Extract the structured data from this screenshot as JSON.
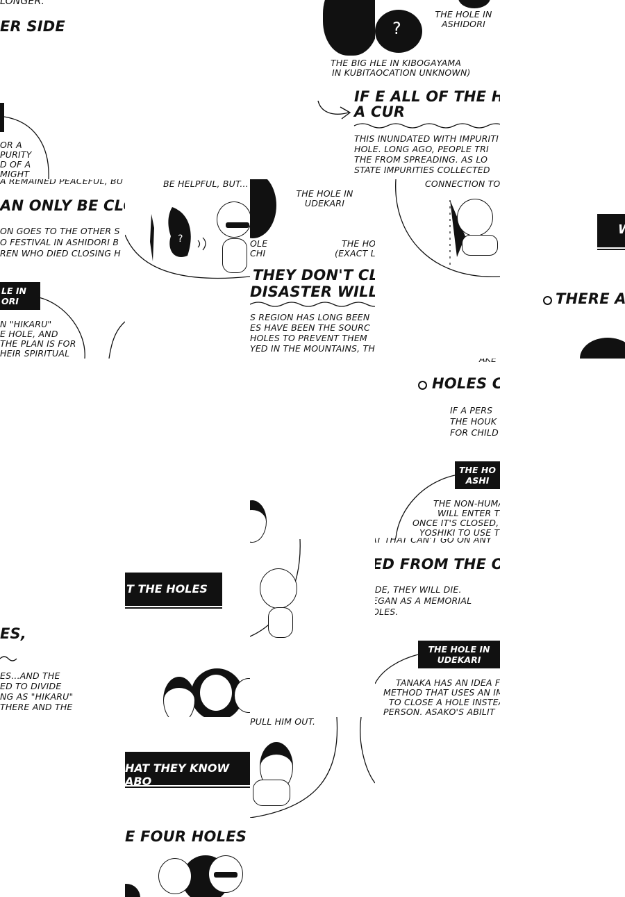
{
  "tiles": {
    "t1": {
      "t1a": "LONGER.",
      "t1b": "ER SIDE",
      "t1c": "OR A",
      "t1d": "PURITY",
      "t1e": "D OF A",
      "t1f": "MIGHT"
    },
    "t2": {
      "t2a": "THE HOLE IN",
      "t2b": "ASHIDORI",
      "t2c": "THE BIG HLE IN KIBOGAYAMA",
      "t2d": "IN KUBITA",
      "t2e": "OCATION UNKNOWN)",
      "t2f": "?"
    },
    "t3": {
      "t3a": "IF E ALL OF THE HOL",
      "t3b": "A CUR",
      "t3c": "THIS INUNDATED WITH IMPURITI",
      "t3d": "HOLE. LONG AGO, PEOPLE TRI",
      "t3e": "THE FROM SPREADING. AS LO",
      "t3f": "STATE IMPURITIES COLLECTED"
    },
    "t4": {
      "t4a": "A REMAINED PEACEFUL, BU",
      "t4b": "AN ONLY BE CLOSE",
      "t4c": "ON GOES TO THE OTHER S",
      "t4d": "O FESTIVAL IN ASHIDORI B",
      "t4e": "REN WHO DIED CLOSING H",
      "t4f": "LE IN",
      "t4g": "ORI",
      "t4h": "N \"HIKARU\"",
      "t4i": "E HOLE, AND",
      "t4j": "THE PLAN IS FOR",
      "t4k": "HEIR SPIRITUAL"
    },
    "t5": {
      "t5a": "BE HELPFUL, BUT...",
      "t5b": "?"
    },
    "t6": {
      "t6a": "THE HOLE IN",
      "t6b": "UDEKARI",
      "t6c": "OLE",
      "t6d": "CHI",
      "t6e": "THE HO",
      "t6f": "(EXACT L",
      "t6g": "THEY DON'T CLOS",
      "t6h": "DISASTER WILL OC",
      "t6i": "S REGION HAS LONG BEEN",
      "t6j": "ES HAVE BEEN THE SOURC",
      "t6k": "HOLES TO PREVENT THEM",
      "t6l": "YED IN THE MOUNTAINS, TH"
    },
    "t7": {
      "t7a": "CONNECTION TO"
    },
    "t8": {
      "t8a": "W",
      "t8b": "THERE AR"
    },
    "t9": {
      "t9a": "AKE",
      "t9b": "HOLES CA",
      "t9c": "IF A PERS",
      "t9d": "THE HOUK",
      "t9e": "FOR CHILD",
      "t9f": "THE HO",
      "t9g": "ASHI",
      "t9h": "THE NON-HUMA",
      "t9i": "WILL ENTER TH",
      "t9j": "ONCE IT'S CLOSED,",
      "t9k": "YOSHIKI TO USE T"
    },
    "t10": {
      "t10a": "T THE HOLES"
    },
    "t11": {
      "t11a": "ES,",
      "t11b": "ES...AND THE",
      "t11c": "ED TO DIVIDE",
      "t11d": "NG AS \"HIKARU\"",
      "t11e": "THERE AND THE"
    },
    "t12": {
      "t12a": "AT THAT CAN'T GO ON ANY",
      "t12b": "ED FROM THE OTH",
      "t12c": "IDE, THEY WILL DIE.",
      "t12d": "EGAN AS A MEMORIAL",
      "t12e": "OLES.",
      "t12f": "THE HOLE IN",
      "t12g": "UDEKARI",
      "t12h": "TANAKA HAS AN IDEA FO",
      "t12i": "METHOD THAT USES AN IM",
      "t12j": "TO CLOSE A HOLE INSTEA",
      "t12k": "PERSON. ASAKO'S ABILIT"
    },
    "t13": {
      "t13a": "HAT THEY KNOW ABO",
      "t13b": "E FOUR HOLES"
    },
    "t14": {
      "t14a": "PULL HIM OUT."
    }
  }
}
